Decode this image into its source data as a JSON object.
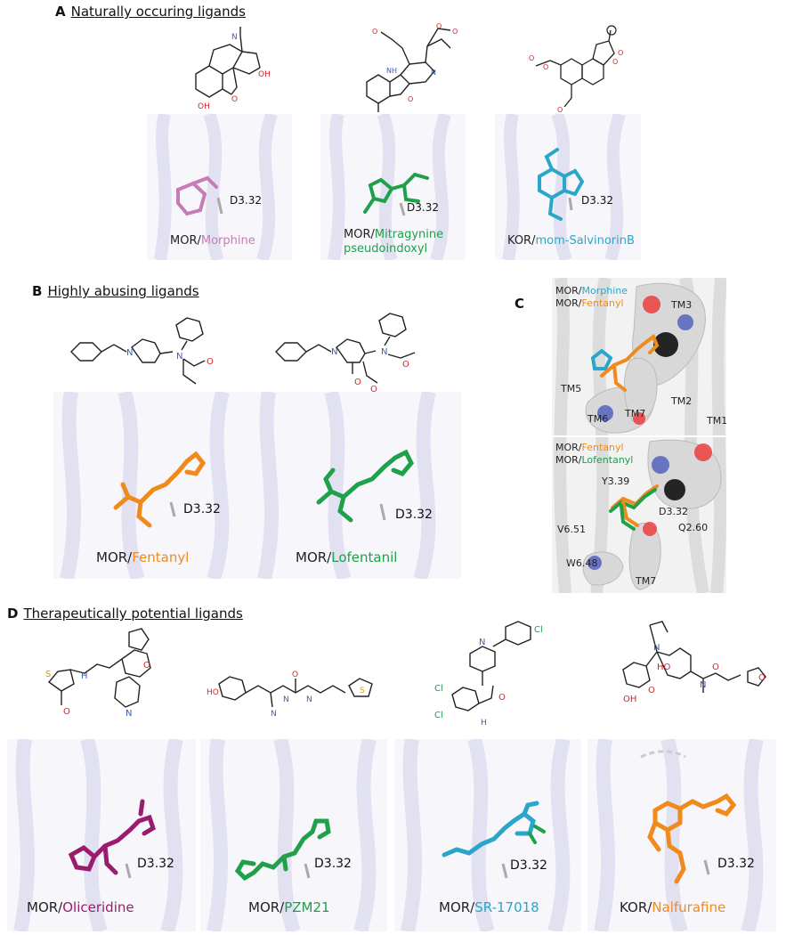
{
  "colors": {
    "morphine": "#c77bb6",
    "green": "#1fa04a",
    "salvinorin": "#2aa6c9",
    "fentanyl": "#f08a1c",
    "oliceridine": "#9a1c6e",
    "pzm21": "#1fa04a",
    "sr17018": "#2aa6c9",
    "nalfurafine": "#f08a1c",
    "helix": "#dcdcf0",
    "text": "#222222"
  },
  "section_a": {
    "letter": "A",
    "title": "Naturally occuring ligands",
    "panels": [
      {
        "receptor": "MOR/",
        "ligand": "Morphine",
        "ligand_cont": "",
        "residue": "D3.32"
      },
      {
        "receptor": "MOR/",
        "ligand": "Mitragynine",
        "ligand_cont": "pseudoindoxyl",
        "residue": "D3.32"
      },
      {
        "receptor": "KOR/",
        "ligand": "mom-SalvinorinB",
        "ligand_cont": "",
        "residue": "D3.32"
      }
    ]
  },
  "section_b": {
    "letter": "B",
    "title": "Highly abusing ligands",
    "panels": [
      {
        "receptor": "MOR/",
        "ligand": "Fentanyl",
        "residue": "D3.32"
      },
      {
        "receptor": "MOR/",
        "ligand": "Lofentanil",
        "residue": "D3.32"
      }
    ]
  },
  "section_c": {
    "letter": "C",
    "top": {
      "line1_receptor": "MOR/",
      "line1_ligand": "Morphine",
      "line2_receptor": "MOR/",
      "line2_ligand": "Fentanyl",
      "labels": [
        "TM3",
        "TM5",
        "TM2",
        "TM6",
        "TM7",
        "TM1"
      ]
    },
    "bottom": {
      "line1_receptor": "MOR/",
      "line1_ligand": "Fentanyl",
      "line2_receptor": "MOR/",
      "line2_ligand": "Lofentanyl",
      "labels": [
        "Y3.39",
        "D3.32",
        "V6.51",
        "Q2.60",
        "W6.48",
        "TM7"
      ]
    }
  },
  "section_d": {
    "letter": "D",
    "title": "Therapeutically potential ligands",
    "panels": [
      {
        "receptor": "MOR/",
        "ligand": "Oliceridine",
        "residue": "D3.32"
      },
      {
        "receptor": "MOR/",
        "ligand": "PZM21",
        "residue": "D3.32"
      },
      {
        "receptor": "MOR/",
        "ligand": "SR-17018",
        "residue": "D3.32"
      },
      {
        "receptor": "KOR/",
        "ligand": "Nalfurafine",
        "residue": "D3.32"
      }
    ]
  }
}
